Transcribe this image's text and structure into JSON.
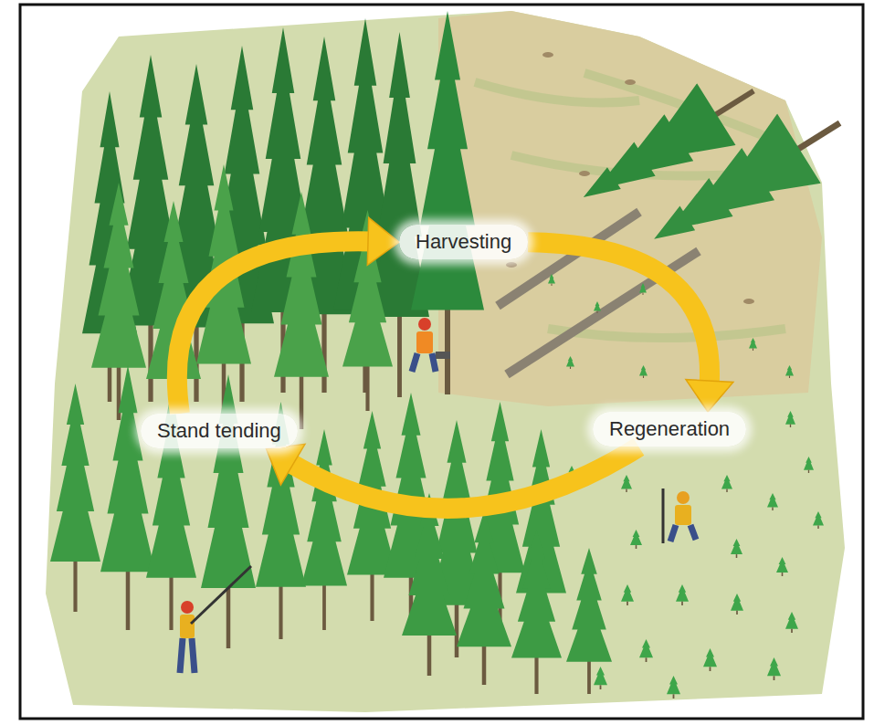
{
  "diagram": {
    "nodes": [
      {
        "text": [
          "Harvesting"
        ]
      },
      {
        "text": [
          "Regeneration"
        ]
      },
      {
        "text": [
          "Stand tending"
        ]
      }
    ],
    "edges": [
      {
        "from": 0,
        "to": 1,
        "arrow": "to"
      },
      {
        "from": 1,
        "to": 2,
        "arrow": "to"
      },
      {
        "from": 2,
        "to": 0,
        "arrow": "to"
      }
    ]
  }
}
